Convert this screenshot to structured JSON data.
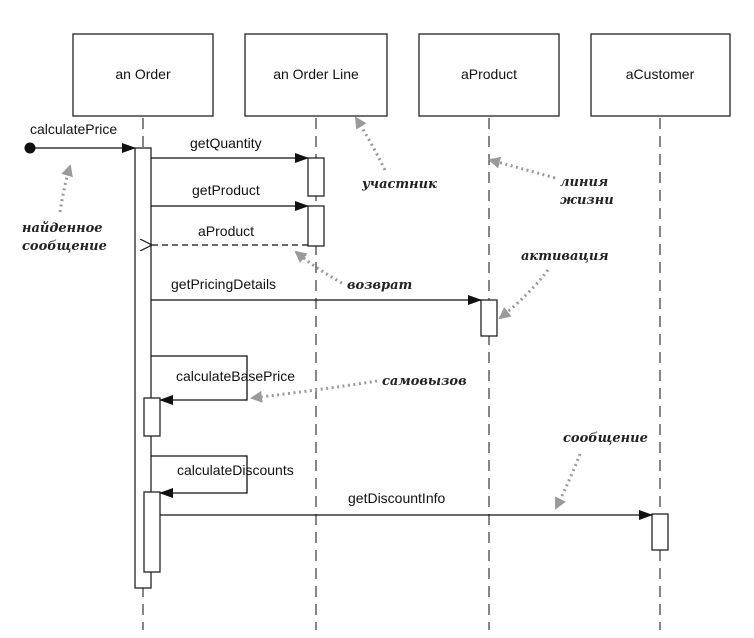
{
  "participants": [
    {
      "label": "an Order"
    },
    {
      "label": "an Order Line"
    },
    {
      "label": "aProduct"
    },
    {
      "label": "aCustomer"
    }
  ],
  "messages": {
    "calculate_price": "calculatePrice",
    "get_quantity": "getQuantity",
    "get_product": "getProduct",
    "a_product": "aProduct",
    "get_pricing_details": "getPricingDetails",
    "calculate_base_price": "calculateBasePrice",
    "calculate_discounts": "calculateDiscounts",
    "get_discount_info": "getDiscountInfo"
  },
  "annotations": {
    "found_message_line1": "найденное",
    "found_message_line2": "сообщение",
    "participant": "участник",
    "lifeline_line1": "линия",
    "lifeline_line2": "жизни",
    "activation": "активация",
    "return": "возврат",
    "self_call": "самовызов",
    "message": "сообщение"
  },
  "colors": {
    "ink": "#111111",
    "pointer": "#9a9a9a",
    "background": "#ffffff"
  }
}
